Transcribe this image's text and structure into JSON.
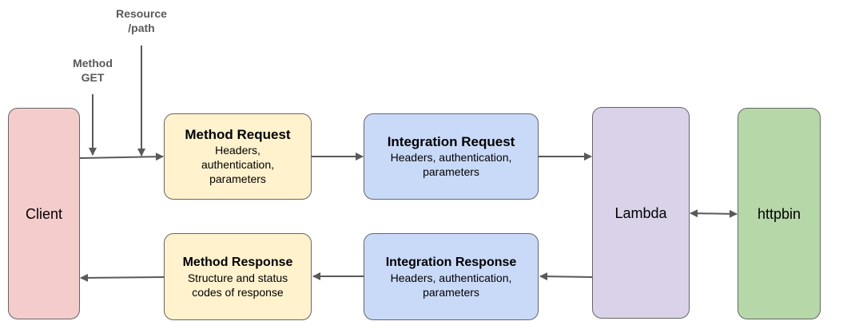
{
  "annotations": {
    "resource": {
      "line1": "Resource",
      "line2": "/path"
    },
    "method": {
      "line1": "Method",
      "line2": "GET"
    }
  },
  "nodes": {
    "client": {
      "label": "Client",
      "color": "#f4cccc"
    },
    "method_request": {
      "title": "Method Request",
      "lines": [
        "Headers,",
        "authentication,",
        "parameters"
      ],
      "color": "#fff2cc"
    },
    "integration_request": {
      "title": "Integration Request",
      "lines": [
        "Headers, authentication,",
        "parameters"
      ],
      "color": "#c9daf8"
    },
    "lambda": {
      "label": "Lambda",
      "color": "#d9d2e9"
    },
    "httpbin": {
      "label": "httpbin",
      "color": "#b6d7a8"
    },
    "method_response": {
      "title": "Method Response",
      "lines": [
        "Structure and status",
        "codes of response"
      ],
      "color": "#fff2cc"
    },
    "integration_response": {
      "title": "Integration Response",
      "lines": [
        "Headers, authentication,",
        "parameters"
      ],
      "color": "#c9daf8"
    }
  },
  "style": {
    "arrow_color": "#595959",
    "border_color": "#666666"
  }
}
